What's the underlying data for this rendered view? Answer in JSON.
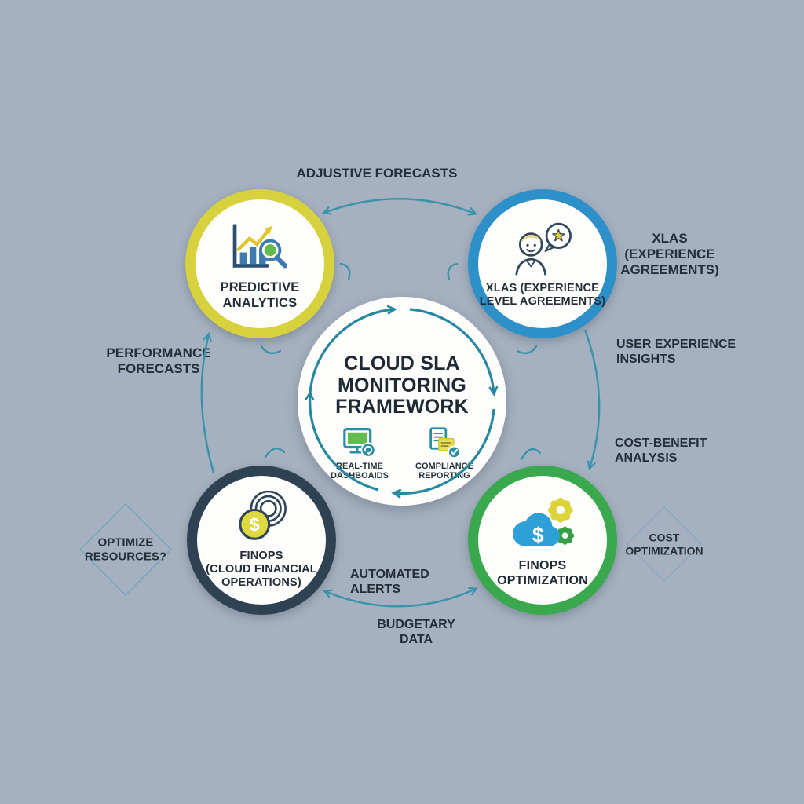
{
  "canvas": {
    "background": "#a5b1c0"
  },
  "center": {
    "title": "CLOUD SLA\nMONITORING\nFRAMEWORK",
    "items": [
      {
        "icon": "realtime-dashboard-icon",
        "label": "REAL-TIME\nDASHBOAIDS"
      },
      {
        "icon": "compliance-reporting-icon",
        "label": "COMPLIANCE\nREPORTING"
      }
    ]
  },
  "nodes": [
    {
      "id": "predictive-analytics",
      "label": "PREDICTIVE\nANALYTICS",
      "border_color": "#d7d13d",
      "icon": "chart-magnifier-icon"
    },
    {
      "id": "xlas",
      "label": "XLAS (EXPERIENCE\nLEVEL AGREEMENTS)",
      "border_color": "#2d90c8",
      "icon": "person-star-icon"
    },
    {
      "id": "finops",
      "label": "FINOPS\n(CLOUD FINANCIAL\nOPERATIONS)",
      "border_color": "#2f4254",
      "icon": "dollar-coin-icon"
    },
    {
      "id": "finops-optimization",
      "label": "FINOPS\nOPTIMIZATION",
      "border_color": "#3aa84c",
      "icon": "cloud-dollar-gears-icon"
    }
  ],
  "annotations": {
    "top": "ADJUSTIVE FORECASTS",
    "right_xlas": "XLAS\n(EXPERIENCE\nAGREEMENTS)",
    "user_experience": "USER EXPERIENCE\nINSIGHTS",
    "cost_benefit": "COST-BENEFIT\nANALYSIS",
    "performance": "PERFORMANCE\nFORECASTS",
    "automated": "AUTOMATED\nALERTS",
    "budgetary": "BUDGETARY\nDATA"
  },
  "decisions": [
    {
      "id": "optimize-resources",
      "label": "OPTIMIZE\nRESOURCES?"
    },
    {
      "id": "cost-optimization",
      "label": "COST\nOPTIMIZATION"
    }
  ],
  "colors": {
    "background": "#a5b1c0",
    "arrow_teal": "#3a93a9",
    "cycle_arrow_teal": "#2687a0",
    "text_dark": "#242e38",
    "diamond_border": "#7fa8bb",
    "accent_yellow": "#d7d13d",
    "accent_blue": "#2d90c8",
    "accent_dark_navy": "#2f4254",
    "accent_green": "#3aa84c",
    "icon_teal": "#2a8da6",
    "icon_bar_blue": "#3d7ab0",
    "icon_lens_green": "#64bb4d",
    "icon_cloud_blue": "#2f9fd8",
    "icon_coin_yellow": "#ddd83f"
  }
}
